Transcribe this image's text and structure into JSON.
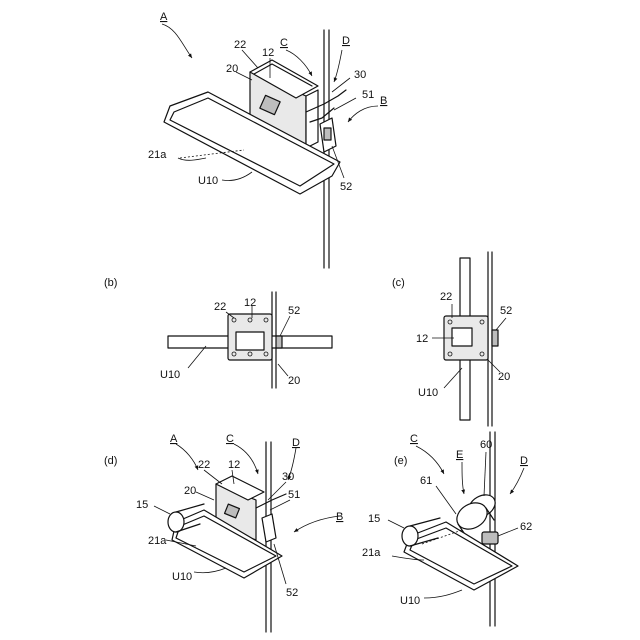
{
  "figures": {
    "a": {
      "labels": {
        "A": "A",
        "B": "B",
        "C": "C",
        "D": "D",
        "n22": "22",
        "n12": "12",
        "n20": "20",
        "n30": "30",
        "n51": "51",
        "n52": "52",
        "n21a": "21a",
        "U10": "U10"
      }
    },
    "b": {
      "caption": "(b)",
      "labels": {
        "n22": "22",
        "n12": "12",
        "n52": "52",
        "U10": "U10",
        "n20": "20"
      }
    },
    "c": {
      "caption": "(c)",
      "labels": {
        "n22": "22",
        "n52": "52",
        "n12": "12",
        "U10": "U10",
        "n20": "20"
      }
    },
    "d": {
      "caption": "(d)",
      "labels": {
        "A": "A",
        "C": "C",
        "D": "D",
        "B": "B",
        "n22": "22",
        "n12": "12",
        "n20": "20",
        "n15": "15",
        "n30": "30",
        "n51": "51",
        "n21a": "21a",
        "U10": "U10",
        "n52": "52"
      }
    },
    "e": {
      "caption": "(e)",
      "labels": {
        "C": "C",
        "E": "E",
        "D": "D",
        "n60": "60",
        "n61": "61",
        "n15": "15",
        "n62": "62",
        "n21a": "21a",
        "U10": "U10"
      }
    }
  }
}
